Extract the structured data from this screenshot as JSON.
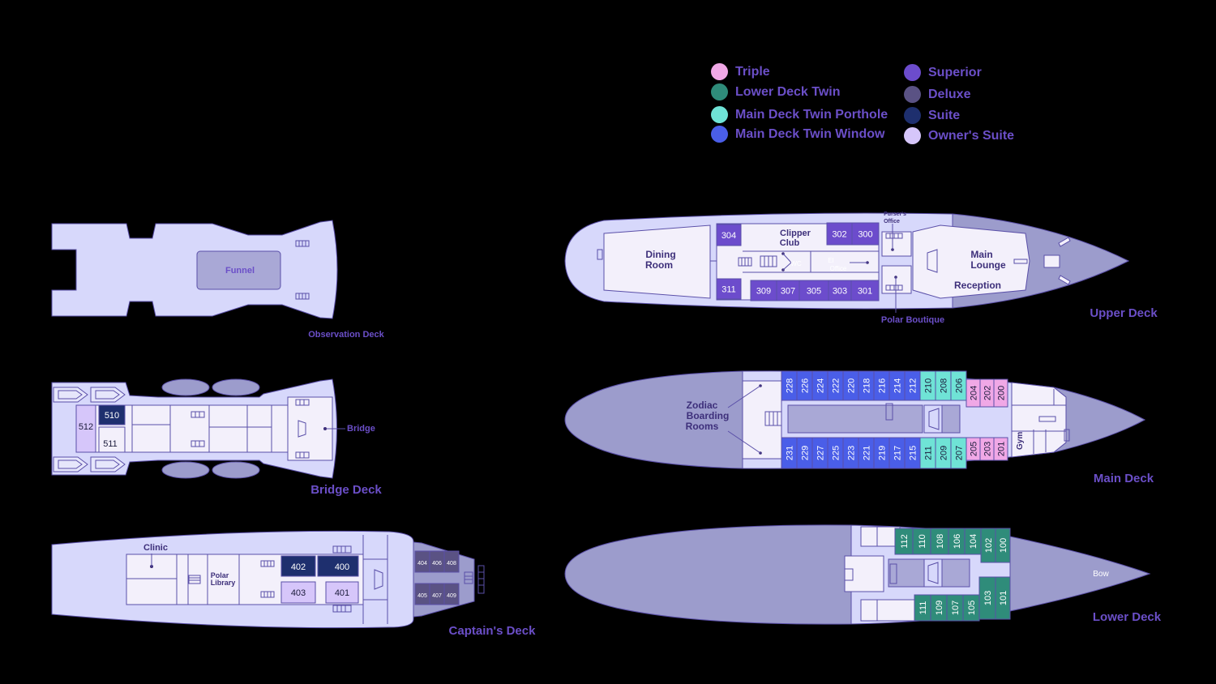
{
  "legend": {
    "left": [
      {
        "label": "Triple",
        "color": "#f0a8e6"
      },
      {
        "label": "Lower Deck Twin",
        "color": "#2f8c7a"
      },
      {
        "label": "Main Deck Twin Porthole",
        "color": "#6fe3d6"
      },
      {
        "label": "Main Deck Twin Window",
        "color": "#4a5ee8"
      }
    ],
    "right": [
      {
        "label": "Superior",
        "color": "#6c4ccc"
      },
      {
        "label": "Deluxe",
        "color": "#5a5284"
      },
      {
        "label": "Suite",
        "color": "#1e2f6e"
      },
      {
        "label": "Owner's Suite",
        "color": "#d6c6fa"
      }
    ]
  },
  "decks": {
    "observation": {
      "name": "Observation Deck",
      "funnel": "Funnel"
    },
    "bridge": {
      "name": "Bridge Deck",
      "bridge_label": "Bridge",
      "cabins": [
        "512",
        "510",
        "511"
      ]
    },
    "captains": {
      "name": "Captain's Deck",
      "clinic": "Clinic",
      "library": [
        "Polar",
        "Library"
      ],
      "cabins": [
        "402",
        "400",
        "403",
        "401",
        "404",
        "406",
        "408",
        "405",
        "407",
        "409"
      ]
    },
    "upper": {
      "name": "Upper Deck",
      "dining": [
        "Dining",
        "Room"
      ],
      "club": [
        "Clipper",
        "Club"
      ],
      "wc": "WC",
      "ei_office": [
        "EI",
        "Office"
      ],
      "pursers_office": [
        "Purser's",
        "Office"
      ],
      "lounge": [
        "Main",
        "Lounge"
      ],
      "reception": "Reception",
      "boutique": "Polar Boutique",
      "cabins_top": [
        "304",
        "302",
        "300"
      ],
      "cabins_bottom": [
        "311",
        "309",
        "307",
        "305",
        "303",
        "301"
      ]
    },
    "main": {
      "name": "Main Deck",
      "zodiac": [
        "Zodiac",
        "Boarding",
        "Rooms"
      ],
      "gym": "Gym",
      "cabins_top": [
        "228",
        "226",
        "224",
        "222",
        "220",
        "218",
        "216",
        "214",
        "212",
        "210",
        "208",
        "206",
        "204",
        "202",
        "200"
      ],
      "cabins_bottom": [
        "231",
        "229",
        "227",
        "225",
        "223",
        "221",
        "219",
        "217",
        "215",
        "211",
        "209",
        "207",
        "205",
        "203",
        "201"
      ]
    },
    "lower": {
      "name": "Lower Deck",
      "bow": "Bow",
      "cabins_top": [
        "112",
        "110",
        "108",
        "106",
        "104",
        "102",
        "100"
      ],
      "cabins_bottom": [
        "111",
        "109",
        "107",
        "105",
        "103",
        "101"
      ]
    }
  }
}
